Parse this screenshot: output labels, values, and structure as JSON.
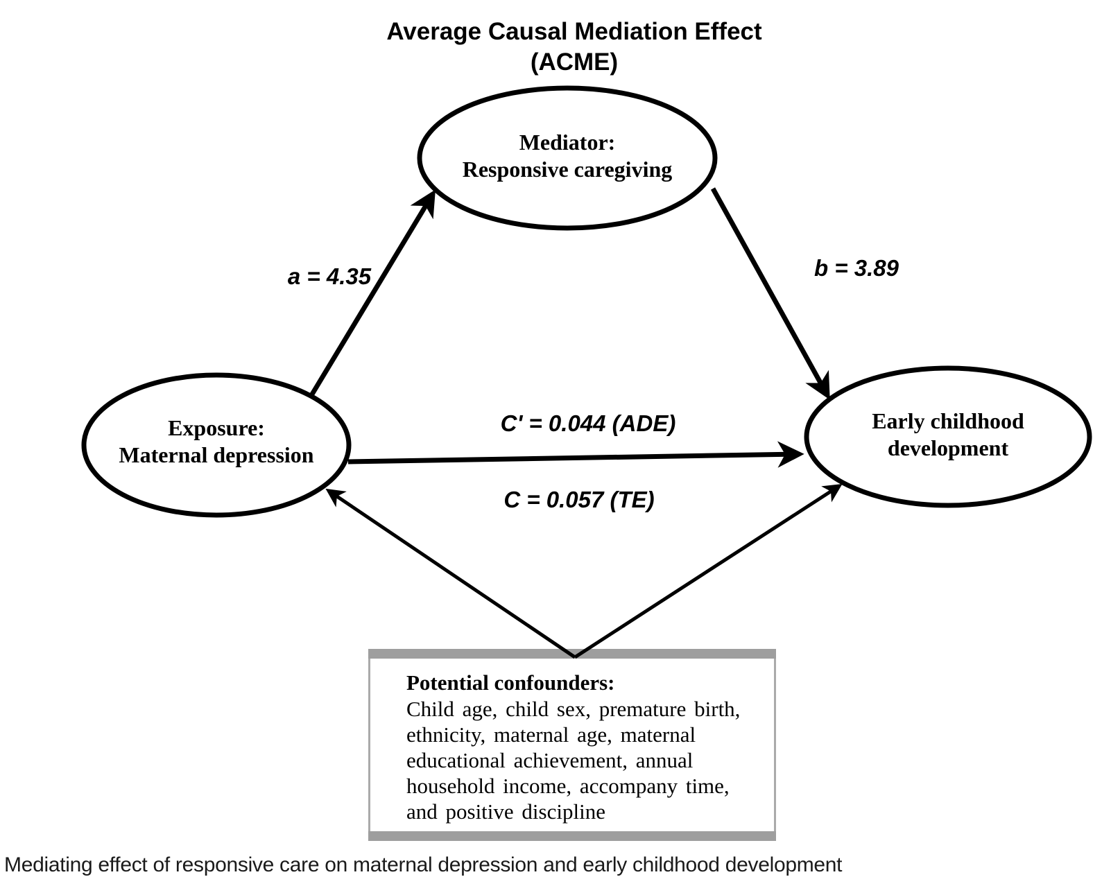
{
  "title": {
    "line1": "Average Causal Mediation Effect",
    "line2": "(ACME)"
  },
  "nodes": {
    "mediator": {
      "line1": "Mediator:",
      "line2": "Responsive caregiving"
    },
    "exposure": {
      "line1": "Exposure:",
      "line2": "Maternal depression"
    },
    "outcome": {
      "line1": "Early childhood",
      "line2": "development"
    }
  },
  "paths": {
    "a_label": "a = 4.35",
    "b_label": "b = 3.89",
    "direct_label": "C' = 0.044 (ADE)",
    "total_label": "C = 0.057 (TE)"
  },
  "confounders": {
    "heading": "Potential confounders:",
    "lines": [
      "Child age, child sex, premature birth,",
      "ethnicity, maternal age, maternal",
      "educational achievement, annual",
      "household income, accompany time,",
      "and positive discipline"
    ]
  },
  "caption": "Mediating effect of responsive care on maternal depression and early childhood development",
  "colors": {
    "ink": "#000000",
    "box_border_gray": "#9e9e9e",
    "caption_text": "#1a1a1a"
  }
}
